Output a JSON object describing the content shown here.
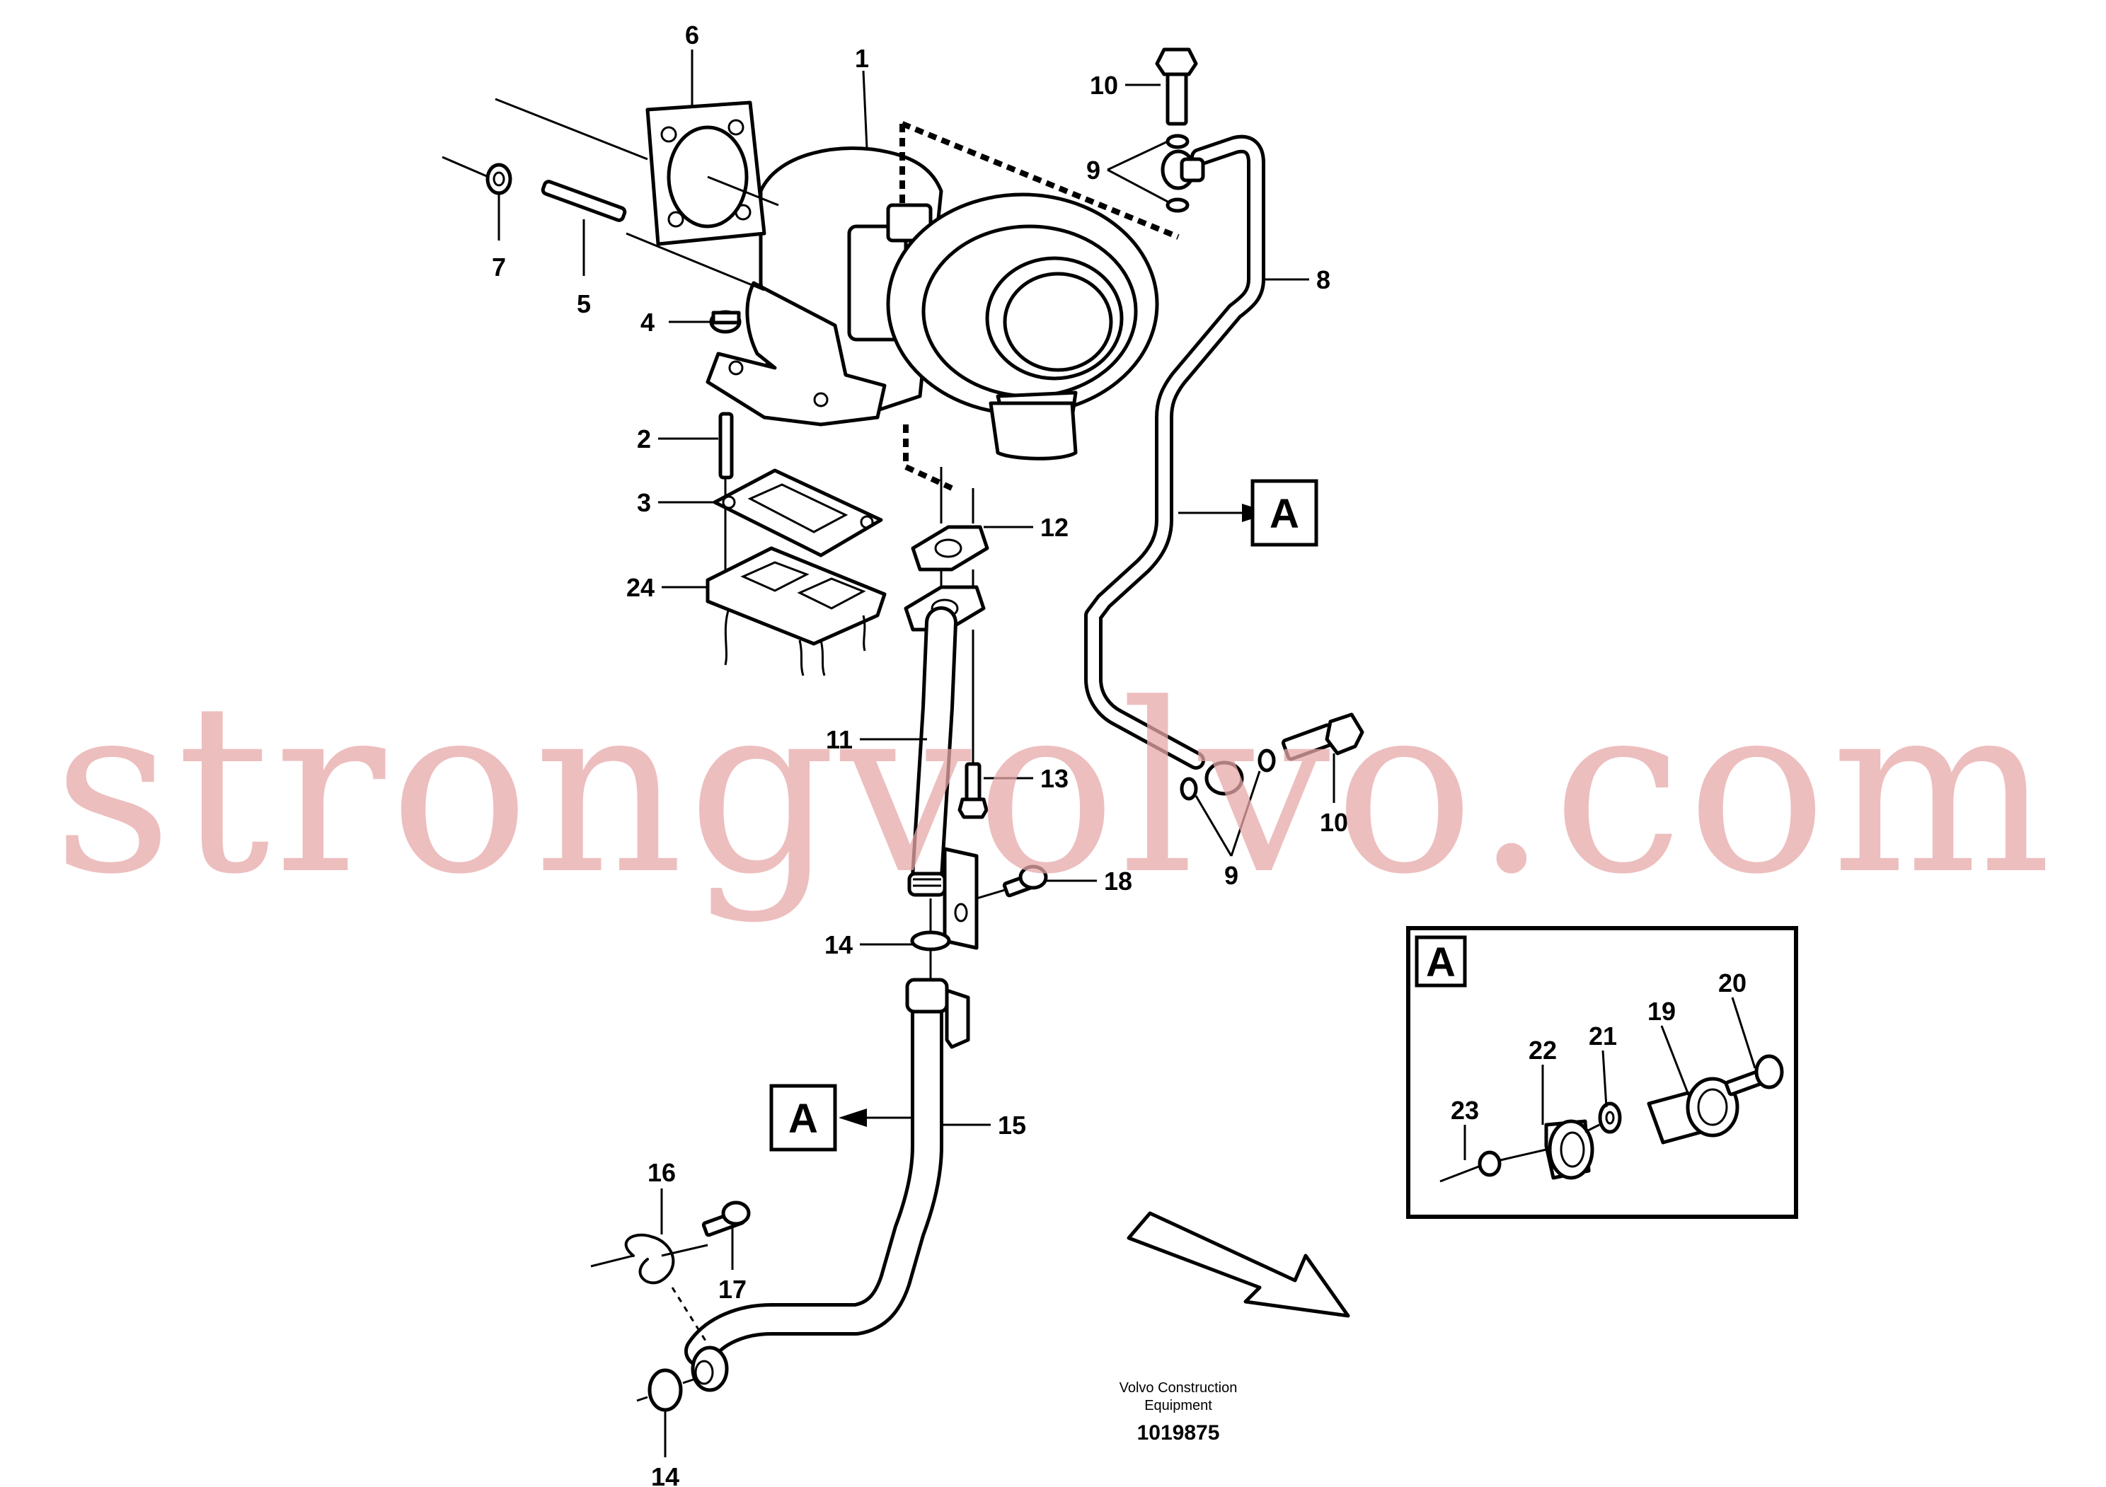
{
  "callouts": {
    "n1": "1",
    "n2": "2",
    "n3": "3",
    "n4": "4",
    "n5": "5",
    "n6": "6",
    "n7": "7",
    "n8": "8",
    "n9a": "9",
    "n9b": "9",
    "n10a": "10",
    "n10b": "10",
    "n11": "11",
    "n12": "12",
    "n13": "13",
    "n14a": "14",
    "n14b": "14",
    "n15": "15",
    "n16": "16",
    "n17": "17",
    "n18": "18",
    "n19": "19",
    "n20": "20",
    "n21": "21",
    "n22": "22",
    "n23": "23",
    "n24": "24"
  },
  "view_markers": {
    "marker_a_top": "A",
    "marker_a_bottom": "A",
    "detail_label": "A"
  },
  "watermark": {
    "text": "strongvolvo.com",
    "color": "#e8a9a9"
  },
  "footer": {
    "company_line1": "Volvo Construction",
    "company_line2": "Equipment",
    "document_number": "1019875"
  }
}
